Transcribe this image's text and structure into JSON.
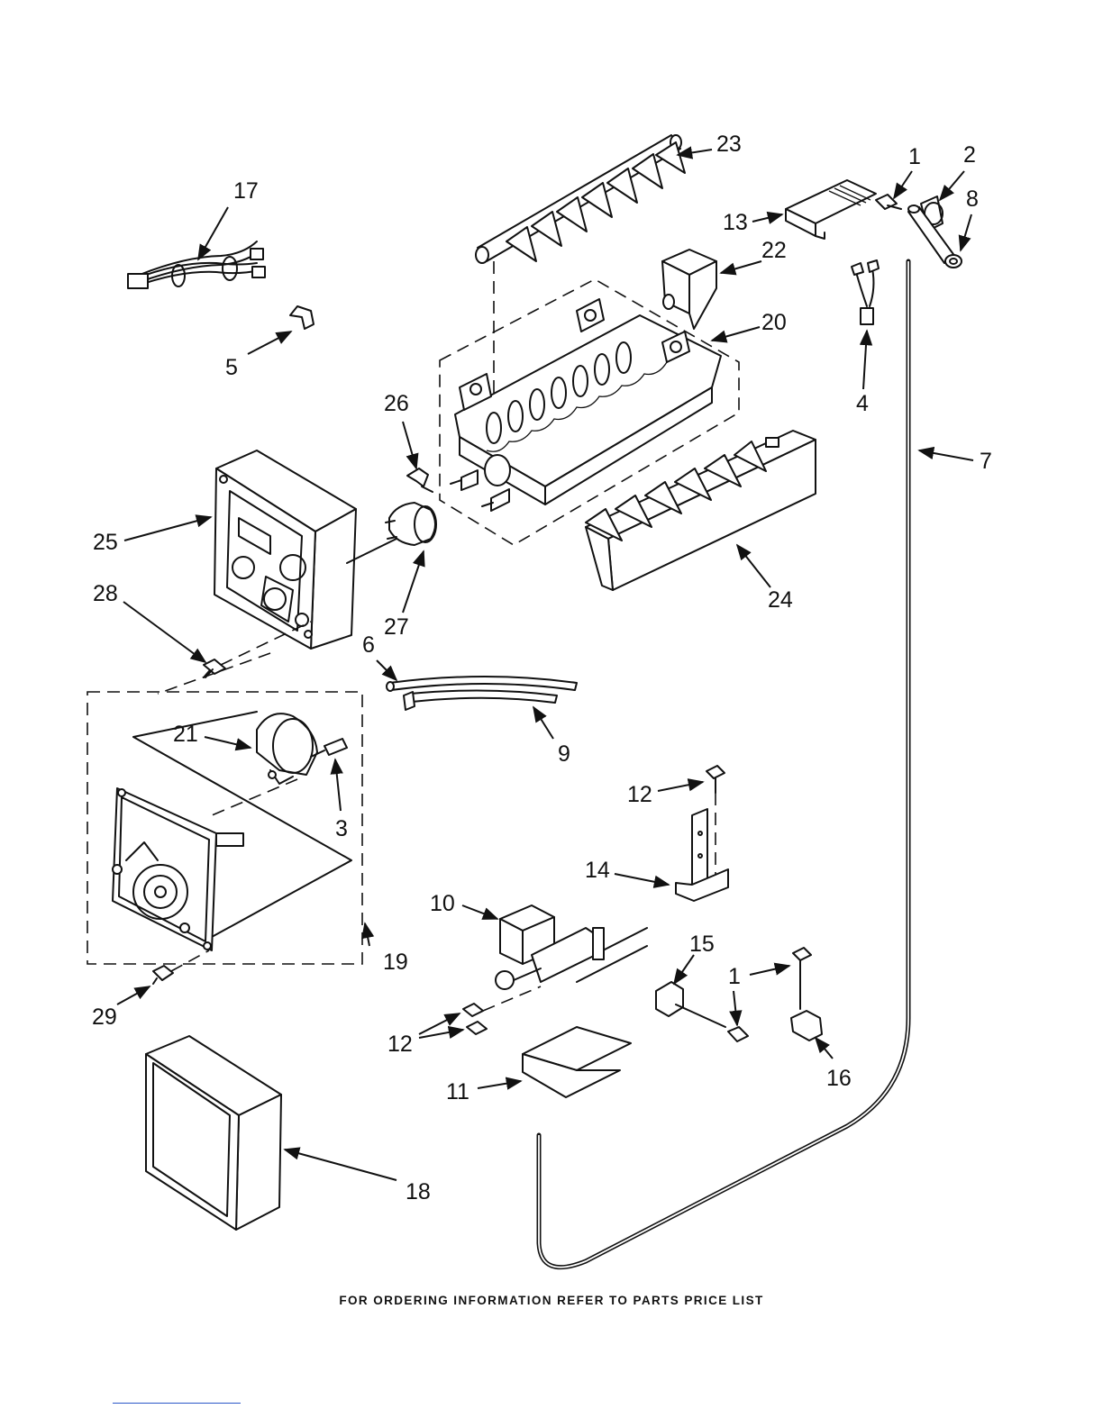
{
  "callouts": {
    "c1_top": "1",
    "c2": "2",
    "c3": "3",
    "c4": "4",
    "c5": "5",
    "c6": "6",
    "c7": "7",
    "c8": "8",
    "c9": "9",
    "c10": "10",
    "c11": "11",
    "c12_upper": "12",
    "c12_lower": "12",
    "c13": "13",
    "c14": "14",
    "c15": "15",
    "c1_lower": "1",
    "c16": "16",
    "c17": "17",
    "c18": "18",
    "c19": "19",
    "c20": "20",
    "c21": "21",
    "c22": "22",
    "c23": "23",
    "c24": "24",
    "c25": "25",
    "c26": "26",
    "c27": "27",
    "c28": "28",
    "c29": "29"
  },
  "footer_text": "FOR ORDERING INFORMATION REFER TO PARTS PRICE LIST"
}
